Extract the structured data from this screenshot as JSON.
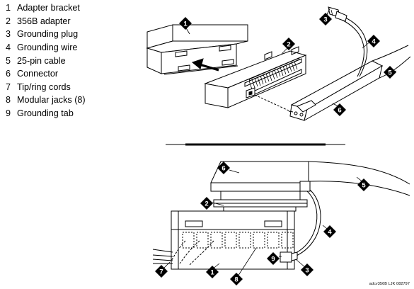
{
  "legend": [
    {
      "num": "1",
      "label": "Adapter bracket"
    },
    {
      "num": "2",
      "label": "356B adapter"
    },
    {
      "num": "3",
      "label": "Grounding plug"
    },
    {
      "num": "4",
      "label": "Grounding wire"
    },
    {
      "num": "5",
      "label": "25-pin cable"
    },
    {
      "num": "6",
      "label": "Connector"
    },
    {
      "num": "7",
      "label": "Tip/ring cords"
    },
    {
      "num": "8",
      "label": "Modular jacks (8)"
    },
    {
      "num": "9",
      "label": "Grounding tab"
    }
  ],
  "callouts": {
    "top_1": "1",
    "top_2": "2",
    "top_3": "3",
    "top_4": "4",
    "top_5": "5",
    "top_6": "6",
    "bottom_1": "1",
    "bottom_2": "2",
    "bottom_3": "3",
    "bottom_4": "4",
    "bottom_5": "5",
    "bottom_6": "6",
    "bottom_7": "7",
    "bottom_8": "8",
    "bottom_9": "9"
  },
  "figure_id": "adcv356B LJK 082797"
}
